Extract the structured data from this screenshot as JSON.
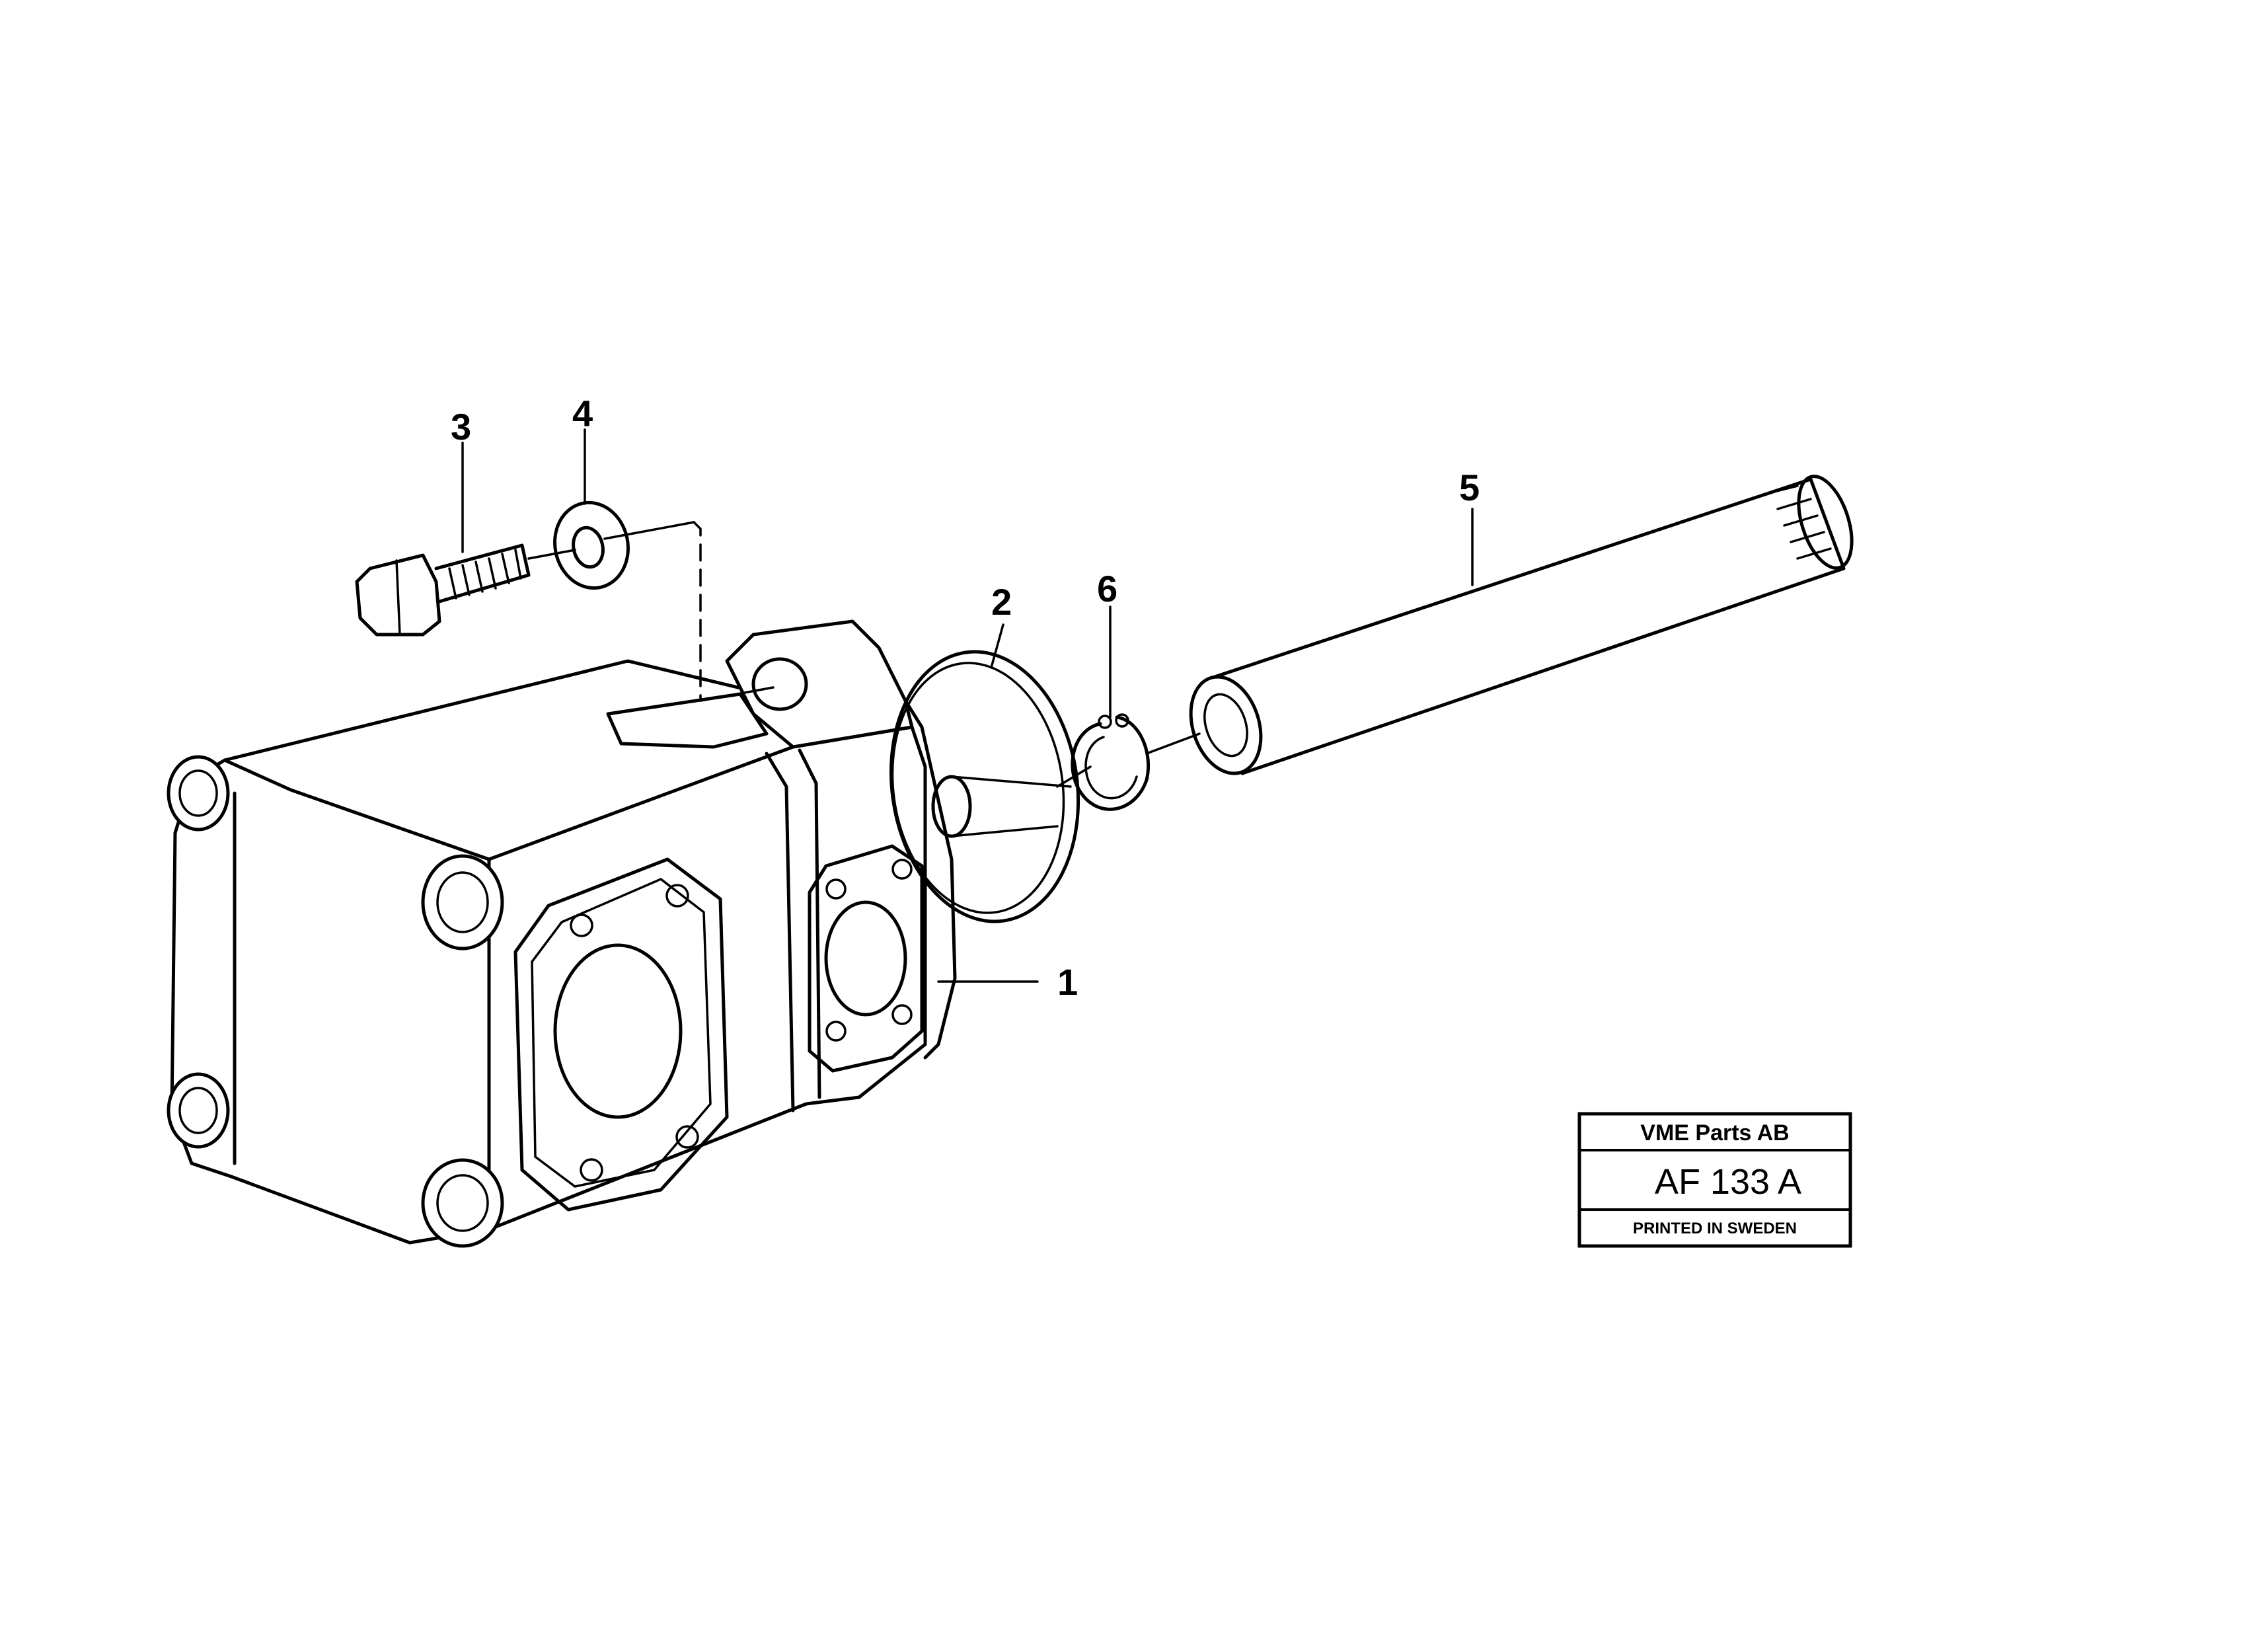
{
  "callouts": {
    "c1": "1",
    "c2": "2",
    "c3": "3",
    "c4": "4",
    "c5": "5",
    "c6": "6"
  },
  "title_block": {
    "company": "VME Parts AB",
    "code": "AF 133 A",
    "footer": "PRINTED IN SWEDEN"
  }
}
